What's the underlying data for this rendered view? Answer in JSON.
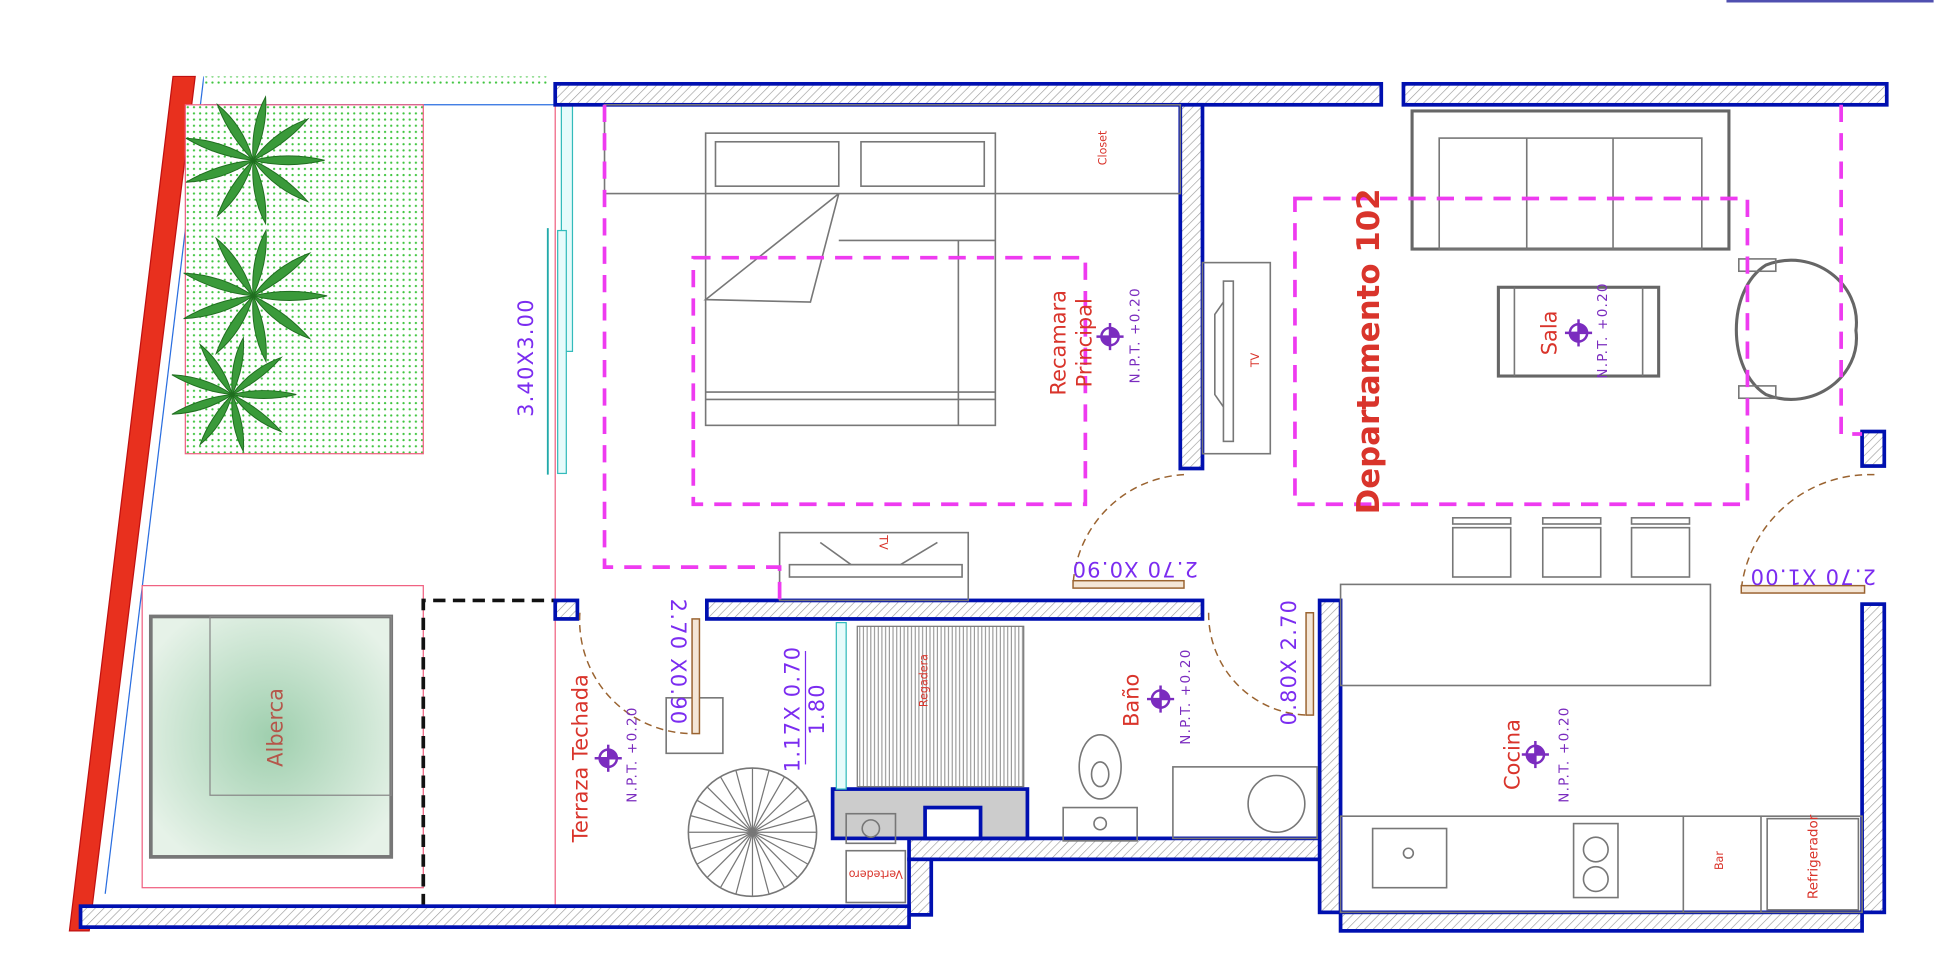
{
  "plan": {
    "unit_title": "Departamento 102",
    "rooms": {
      "recamara": "Recamara",
      "principal": "Principal",
      "closet": "Closet",
      "tv_bedroom": "TV",
      "tv_living": "TV",
      "sala": "Sala",
      "alberca": "Alberca",
      "terraza": "Terraza Techada",
      "regadera": "Regadera",
      "bano": "Baño",
      "cocina": "Cocina",
      "bar": "Bar",
      "refrigerador": "Refrigerador",
      "vertedero": "Vertedero"
    },
    "levels": {
      "recamara": "N.P.T. +0.20",
      "sala": "N.P.T. +0.20",
      "terraza": "N.P.T. +0.20",
      "bano": "N.P.T. +0.20",
      "cocina": "N.P.T. +0.20"
    },
    "dimensions": {
      "window_terrace": "3.40X3.00",
      "door_bedroom": "2.70 X0.90",
      "door_entry": "2.70 X1.00",
      "door_terrace": "2.70 X0.90",
      "door_bath": "0.80X 2.70",
      "window_bath_top": "1.17X 0.70",
      "window_bath_bottom": "1.80"
    },
    "colors": {
      "wall_outline": "#0010b0",
      "zone_dash": "#ee3bf0",
      "room_label": "#d9342b",
      "level_label": "#7b2cbf",
      "property_line": "#e8301e"
    }
  }
}
